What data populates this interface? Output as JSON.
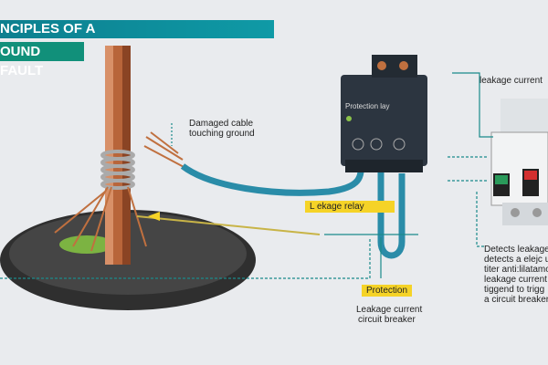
{
  "title": {
    "line1": "NCIPLES OF A",
    "line2": "OUND FAULT"
  },
  "labels": {
    "damaged_cable": "Damaged cable",
    "touching_ground": "touching ground",
    "leakage_relay": "L ekage relay",
    "protection": "Protection",
    "leakage_current_breaker_1": "Leakage current",
    "leakage_current_breaker_2": "circuit breaker",
    "leakage_current_top": "leakage current",
    "relay_name": "Protection lay",
    "detects": [
      "Detects leakage cu",
      "detects a elejc u",
      "titer anti:lilatamo",
      "leakage current a",
      "tiggend to trigg",
      "a circuit breaker"
    ]
  },
  "colors": {
    "teal": "#0f9aa6",
    "green": "#11907a",
    "yellow": "#f5d327",
    "cable": "#2a8ca8",
    "copper": "#b8653a"
  }
}
